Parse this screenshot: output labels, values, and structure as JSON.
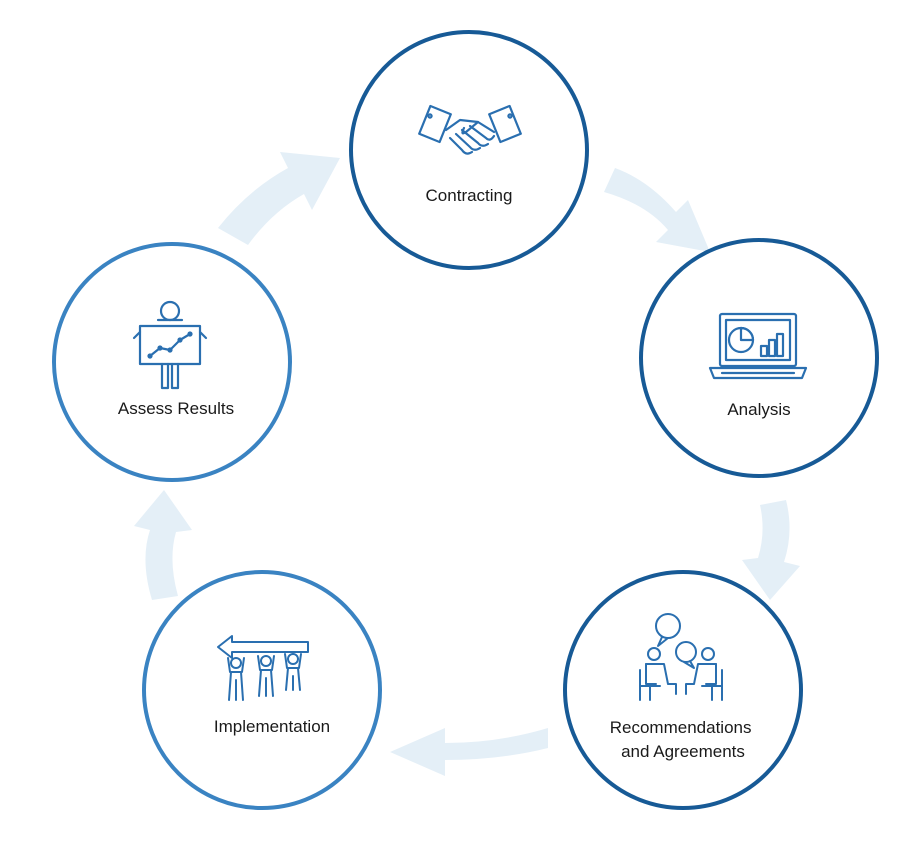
{
  "colors": {
    "ring_dark": "#175a96",
    "ring_light": "#3a83c2",
    "icon_stroke": "#2a6fb0",
    "arrow_fill": "#e4eff7",
    "label_text": "#1a1a1a"
  },
  "nodes": [
    {
      "id": "contracting",
      "label_lines": [
        "Contracting"
      ],
      "icon": "handshake-icon"
    },
    {
      "id": "analysis",
      "label_lines": [
        "Analysis"
      ],
      "icon": "laptop-chart-icon"
    },
    {
      "id": "recommendations",
      "label_lines": [
        "Recommendations",
        "and Agreements"
      ],
      "icon": "meeting-discussion-icon"
    },
    {
      "id": "implementation",
      "label_lines": [
        "Implementation"
      ],
      "icon": "team-carrying-arrow-icon"
    },
    {
      "id": "assess",
      "label_lines": [
        "Assess Results"
      ],
      "icon": "presenter-chart-icon"
    }
  ]
}
